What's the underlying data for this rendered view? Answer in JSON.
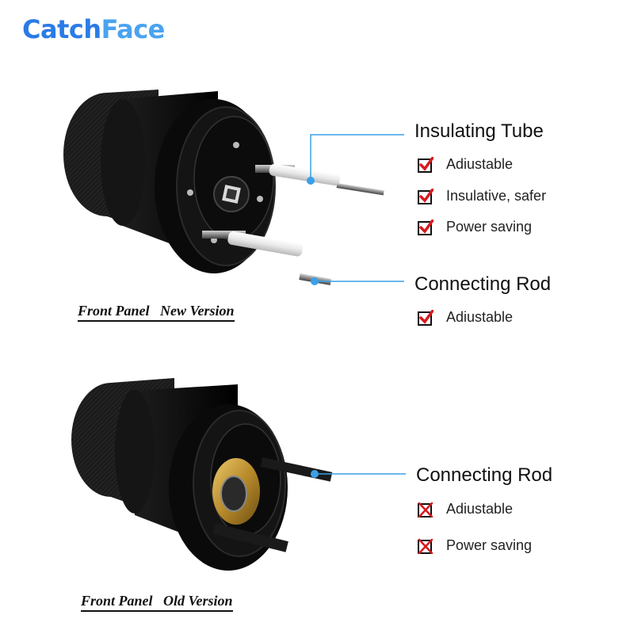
{
  "brand": {
    "part1": "Catch",
    "part2": "Face"
  },
  "colors": {
    "brand_primary": "#2b7be6",
    "brand_secondary": "#4aa3f0",
    "callout": "#3aa0e8",
    "check": "#d71920"
  },
  "new_version": {
    "caption": "Front Panel   New Version",
    "insulating_tube": {
      "title": "Insulating Tube",
      "features": [
        {
          "label": "Adiustable",
          "icon": "checkmark-icon"
        },
        {
          "label": "Insulative, safer",
          "icon": "checkmark-icon"
        },
        {
          "label": "Power saving",
          "icon": "checkmark-icon"
        }
      ]
    },
    "connecting_rod": {
      "title": "Connecting Rod",
      "features": [
        {
          "label": "Adiustable",
          "icon": "checkmark-icon"
        }
      ]
    }
  },
  "old_version": {
    "caption": "Front Panel   Old Version",
    "connecting_rod": {
      "title": "Connecting Rod",
      "features": [
        {
          "label": "Adiustable",
          "icon": "cross-icon"
        },
        {
          "label": "Power saving",
          "icon": "cross-icon"
        }
      ]
    }
  }
}
